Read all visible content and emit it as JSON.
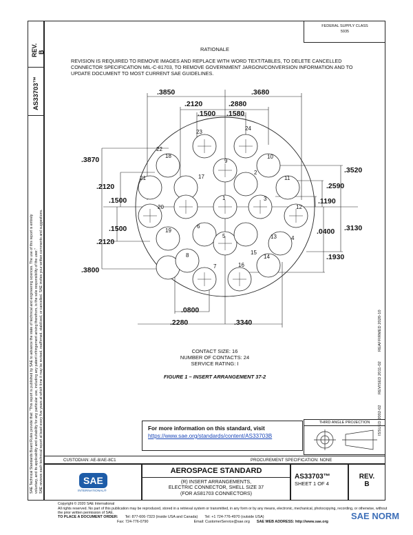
{
  "header": {
    "fed_supply_class": "FEDERAL SUPPLY CLASS",
    "fed_supply_num": "5935",
    "rev_label": "REV.",
    "rev_value": "B",
    "doc_number": "AS33703™"
  },
  "rationale": {
    "title": "RATIONALE",
    "text": "REVISION IS REQUIRED TO REMOVE IMAGES AND REPLACE WITH WORD TEXT/TABLES, TO DELETE CANCELLED CONNECTOR SPECIFICATION MIL-C-81703, TO REMOVE GOVERNMENT JARGON/CONVERSION INFORMATION AND TO UPDATE DOCUMENT TO MOST CURRENT SAE GUIDELINES."
  },
  "dimensions": {
    "top_left": ".3850",
    "top_right": ".3680",
    "d2120": ".2120",
    "d2880": ".2880",
    "d1500": ".1500",
    "d1580": ".1580",
    "left_3870": ".3870",
    "left_2120a": ".2120",
    "left_1500a": ".1500",
    "left_1500b": ".1500",
    "left_2120b": ".2120",
    "left_3800": ".3800",
    "right_3520": ".3520",
    "right_2590": ".2590",
    "right_1190": ".1190",
    "right_0400": ".0400",
    "right_3130": ".3130",
    "right_1930": ".1930",
    "bottom_0800": ".0800",
    "bottom_2280": ".2280",
    "bottom_3340": ".3340"
  },
  "contacts": [
    "1",
    "2",
    "3",
    "4",
    "5",
    "6",
    "7",
    "8",
    "9",
    "10",
    "11",
    "12",
    "13",
    "14",
    "15",
    "16",
    "17",
    "18",
    "19",
    "20",
    "21",
    "22",
    "23",
    "24"
  ],
  "figure": {
    "contact_size": "CONTACT SIZE: 16",
    "num_contacts": "NUMBER OF CONTACTS: 24",
    "service_rating": "SERVICE RATING: I",
    "caption": "FIGURE 1 – INSERT ARRANGEMENT 37-2"
  },
  "info_box": {
    "title": "For more information on this standard, visit",
    "link": "https://www.sae.org/standards/content/AS33703B"
  },
  "projection": "THIRD ANGLE PROJECTION",
  "right_margin": {
    "issued": "ISSUED 2002-02",
    "revised": "REVISED 2011-02",
    "reaffirmed": "REAFFIRMED 2020-10"
  },
  "left_margin": {
    "line1": "SAE Technical Standards Board Rules provide that: \"This report is published by SAE to advance the state of technical and engineering sciences. The use of this report is entirely",
    "line2": "voluntary, and its applicability and suitability for any particular use, including any patent infringement arising therefrom, is the sole responsibility of the user.\"",
    "line3": "SAE reviews each technical report at least every five years at which time it may be revised, reaffirmed, stabilized, or cancelled. SAE invites your written comments and suggestions."
  },
  "footer": {
    "custodian": "CUSTODIAN: AE-8/AE-8C1",
    "procurement": "PROCUREMENT SPECIFICATION: NONE",
    "sae_logo": "SAE",
    "sae_sub": "INTERNATIONAL®",
    "std_title": "AEROSPACE STANDARD",
    "std_desc1": "(R) INSERT ARRANGEMENTS,",
    "std_desc2": "ELECTRIC CONNECTOR, SHELL SIZE 37",
    "std_desc3": "(FOR AS81703 CONNECTORS)",
    "doc_no": "AS33703™",
    "sheet": "SHEET 1 OF 4",
    "rev_label": "REV.",
    "rev_value": "B",
    "copyright": "Copyright © 2020 SAE International",
    "rights": "All rights reserved. No part of this publication may be reproduced, stored in a retrieval system or transmitted, in any form or by any means, electronic, mechanical, photocopying, recording, or otherwise, without the prior written permission of SAE.",
    "order_label": "TO PLACE A DOCUMENT ORDER:",
    "tel1": "Tel: 877-606-7323 (inside USA and Canada)",
    "tel2": "Tel: +1 724-776-4970 (outside USA)",
    "fax": "Fax: 724-776-0790",
    "email": "Email: CustomerService@sae.org",
    "web": "SAE WEB ADDRESS: http://www.sae.org",
    "watermark": "SAE NORM"
  }
}
